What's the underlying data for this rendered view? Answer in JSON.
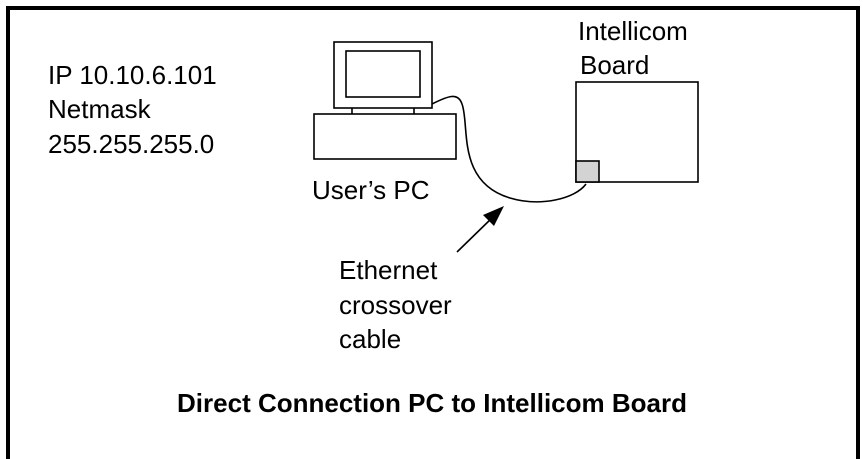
{
  "pc_network": {
    "ip_line": "IP 10.10.6.101",
    "netmask_label": "Netmask",
    "netmask_value": "255.255.255.0"
  },
  "pc": {
    "label": "User’s PC"
  },
  "board": {
    "label_line1": "Intellicom",
    "label_line2": "Board",
    "port_color": "#d3d3d3"
  },
  "cable": {
    "label_line1": "Ethernet",
    "label_line2": "crossover",
    "label_line3": "cable"
  },
  "caption": "Direct Connection PC to Intellicom Board"
}
